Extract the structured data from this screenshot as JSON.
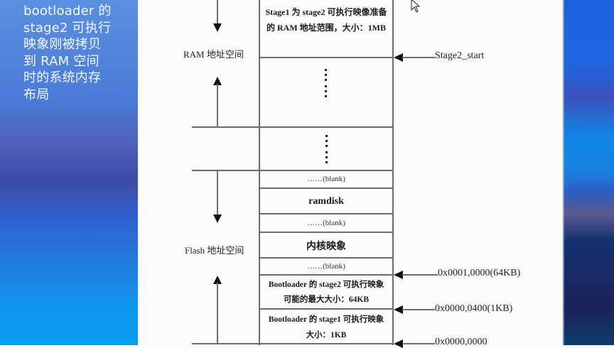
{
  "slide": {
    "title": "bootloader 的 stage2 可执行映象刚被拷贝到 RAM 空间时的系统内存布局",
    "title_lines": [
      "bootloader 的",
      "stage2 可执行",
      "映象刚被拷贝",
      "到 RAM 空间",
      "时的系统内存",
      "布局"
    ]
  },
  "diagram": {
    "ram_label": "RAM 地址空间",
    "flash_label": "Flash 地址空间",
    "cells": [
      {
        "id": "ram-range",
        "lines": [
          "Stage1 为 stage2 可执行映像准备",
          "的 RAM 地址范围，大小：1MB"
        ]
      },
      {
        "id": "ram-dots",
        "text": "⋮"
      },
      {
        "id": "gap-dots",
        "text": "⋮"
      },
      {
        "id": "blank-1",
        "text": "……(blank)"
      },
      {
        "id": "ramdisk",
        "text": "ramdisk"
      },
      {
        "id": "blank-2",
        "text": "……(blank)"
      },
      {
        "id": "kernel",
        "text": "内核映象"
      },
      {
        "id": "blank-3",
        "text": "……(blank)"
      },
      {
        "id": "stage2",
        "lines": [
          "Bootloader 的 stage2 可执行映象",
          "可能的最大大小：64KB"
        ]
      },
      {
        "id": "stage1",
        "lines": [
          "Bootloader 的 stage1 可执行映象",
          "大小：1KB"
        ]
      }
    ],
    "addresses": {
      "stage2_start": "Stage2_start",
      "addr_64kb": "0x0001,0000(64KB)",
      "addr_1kb": "0x0000,0400(1KB)",
      "addr_0": "0x0000,0000"
    }
  },
  "colors": {
    "line": "#6a6a78",
    "panel_blue": "#3f6fd6",
    "text_white": "#f4f8ff"
  }
}
